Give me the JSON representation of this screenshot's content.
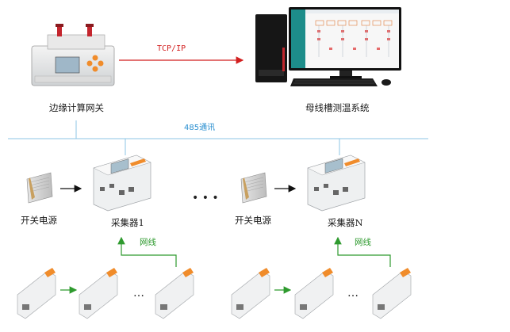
{
  "gateway": {
    "label": "边缘计算网关"
  },
  "link": {
    "protocol": "TCP/IP"
  },
  "system": {
    "label": "母线槽测温系统"
  },
  "bus": {
    "label": "485通讯"
  },
  "group1": {
    "psu_label": "开关电源",
    "collector_label": "采集器1",
    "net_label": "网线",
    "chain_ellipsis": "…"
  },
  "group2": {
    "psu_label": "开关电源",
    "collector_label": "采集器N",
    "net_label": "网线",
    "chain_ellipsis": "…"
  },
  "between_groups": "• • •",
  "colors": {
    "bus_line": "#8cc6e6",
    "arrow_red": "#d21f1f",
    "arrow_green": "#2e9a2e",
    "arrow_black": "#111111"
  }
}
